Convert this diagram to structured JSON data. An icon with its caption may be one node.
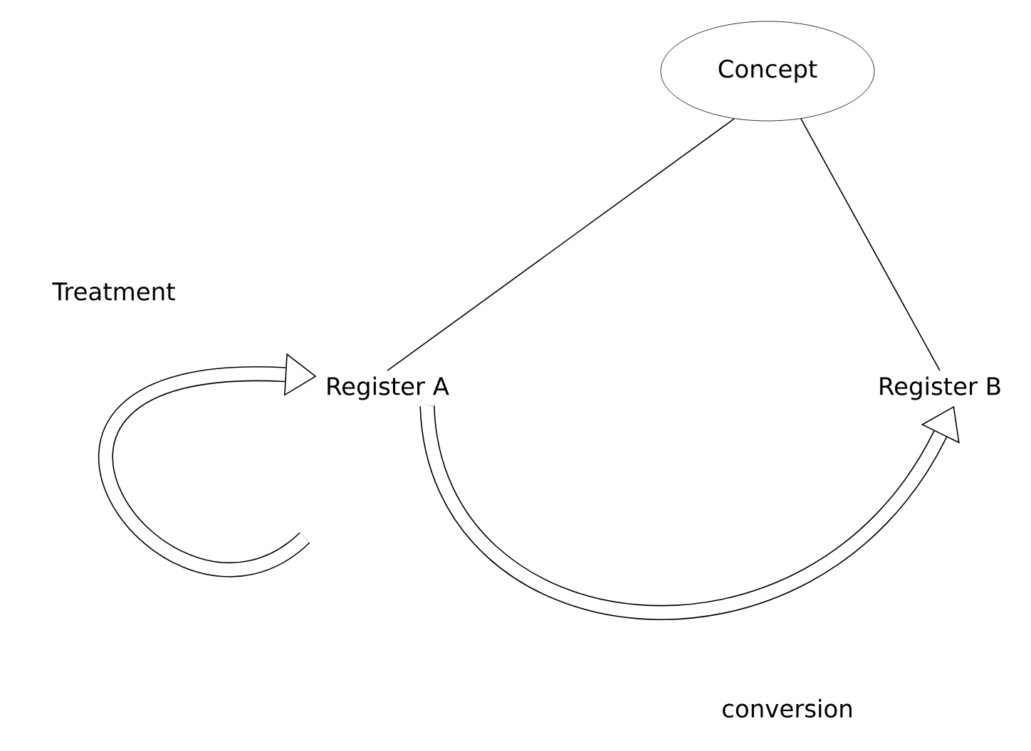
{
  "diagram": {
    "nodes": [
      {
        "text": [
          "Concept"
        ]
      },
      {
        "text": [
          "Register A"
        ]
      },
      {
        "text": [
          "Register B"
        ]
      }
    ],
    "edges": [
      {
        "from": 0,
        "to": 1,
        "arrow": "none"
      },
      {
        "from": 0,
        "to": 2,
        "arrow": "none"
      },
      {
        "from": 1,
        "to": 2,
        "arrow": "to",
        "label": "conversion",
        "style": "thick"
      },
      {
        "from": null,
        "to": 1,
        "arrow": "to",
        "label": "Treatment",
        "style": "thick"
      }
    ]
  }
}
